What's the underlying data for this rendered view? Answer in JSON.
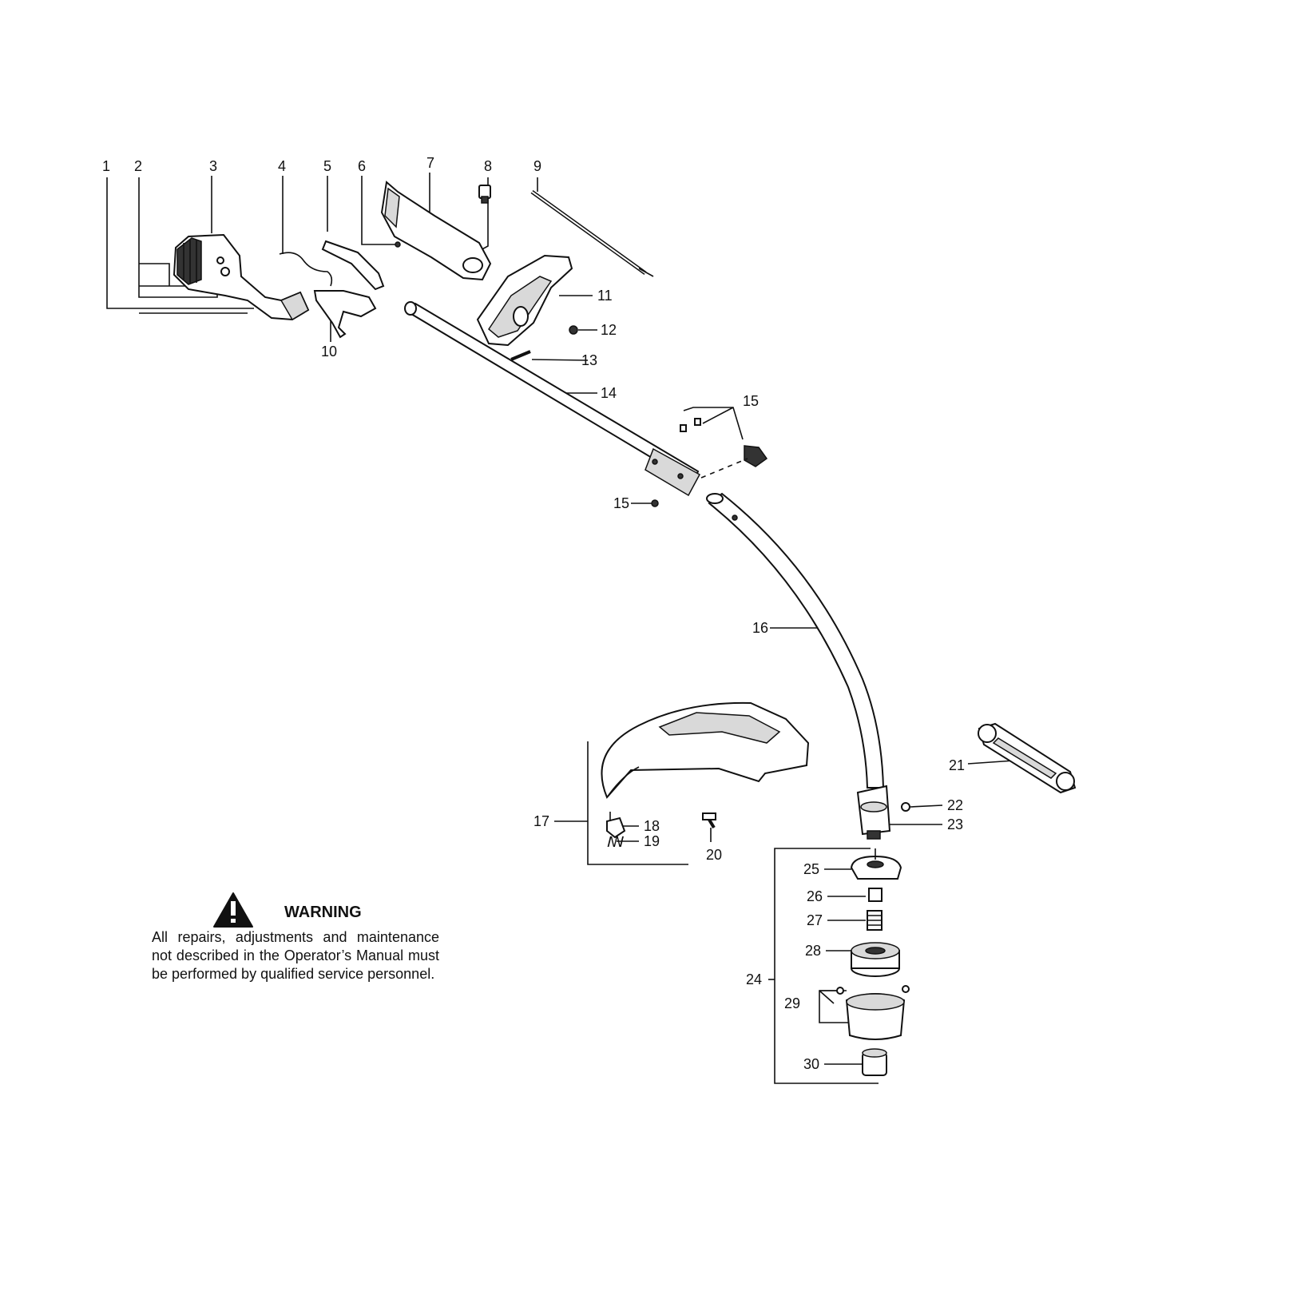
{
  "callouts": {
    "c1": "1",
    "c2": "2",
    "c3": "3",
    "c4": "4",
    "c5": "5",
    "c6": "6",
    "c7": "7",
    "c8": "8",
    "c9": "9",
    "c10": "10",
    "c11": "11",
    "c12": "12",
    "c13": "13",
    "c14": "14",
    "c15a": "15",
    "c15b": "15",
    "c16": "16",
    "c17": "17",
    "c18": "18",
    "c19": "19",
    "c20": "20",
    "c21": "21",
    "c22": "22",
    "c23": "23",
    "c24": "24",
    "c25": "25",
    "c26": "26",
    "c27": "27",
    "c28": "28",
    "c29": "29",
    "c30": "30"
  },
  "warning": {
    "title": "WARNING",
    "body": "All repairs, adjustments and maintenance not described in the Operator’s Manual must be performed by qualified service personnel."
  }
}
